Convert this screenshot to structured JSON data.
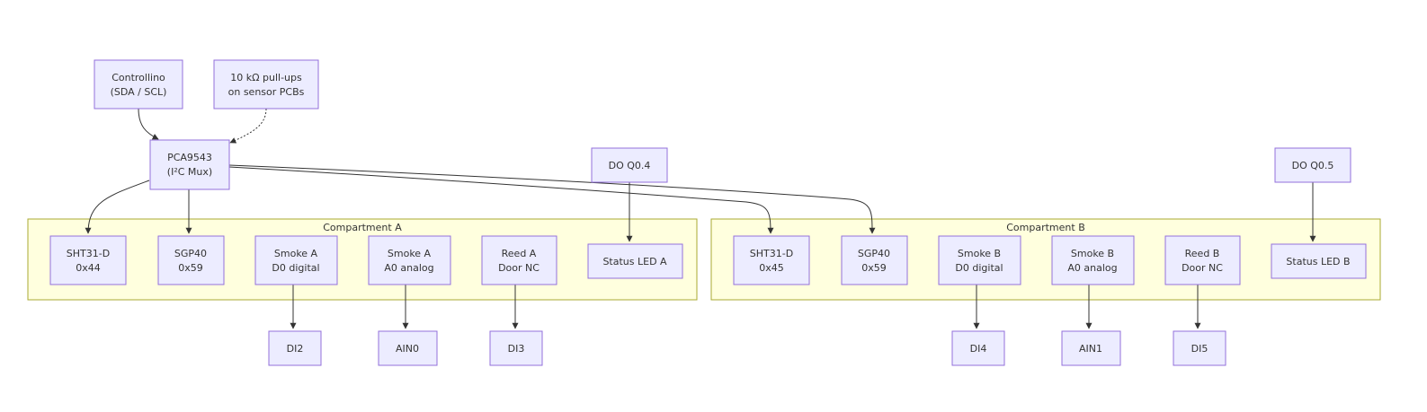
{
  "diagram": {
    "clusters": {
      "a": {
        "title": "Compartment A"
      },
      "b": {
        "title": "Compartment B"
      }
    },
    "nodes": {
      "controllino": [
        "Controllino",
        "(SDA / SCL)"
      ],
      "pullups": [
        "10 kΩ pull-ups",
        "on sensor PCBs"
      ],
      "mux": [
        "PCA9543",
        "(I²C Mux)"
      ],
      "doq04": [
        "DO Q0.4"
      ],
      "doq05": [
        "DO Q0.5"
      ],
      "sht_a": [
        "SHT31-D",
        "0x44"
      ],
      "sgp_a": [
        "SGP40",
        "0x59"
      ],
      "smoke_a_d": [
        "Smoke A",
        "D0 digital"
      ],
      "smoke_a_a": [
        "Smoke A",
        "A0 analog"
      ],
      "reed_a": [
        "Reed A",
        "Door NC"
      ],
      "led_a": [
        "Status LED A"
      ],
      "sht_b": [
        "SHT31-D",
        "0x45"
      ],
      "sgp_b": [
        "SGP40",
        "0x59"
      ],
      "smoke_b_d": [
        "Smoke B",
        "D0 digital"
      ],
      "smoke_b_a": [
        "Smoke B",
        "A0 analog"
      ],
      "reed_b": [
        "Reed B",
        "Door NC"
      ],
      "led_b": [
        "Status LED B"
      ],
      "di2": [
        "DI2"
      ],
      "ain0": [
        "AIN0"
      ],
      "di3": [
        "DI3"
      ],
      "di4": [
        "DI4"
      ],
      "ain1": [
        "AIN1"
      ],
      "di5": [
        "DI5"
      ]
    }
  }
}
